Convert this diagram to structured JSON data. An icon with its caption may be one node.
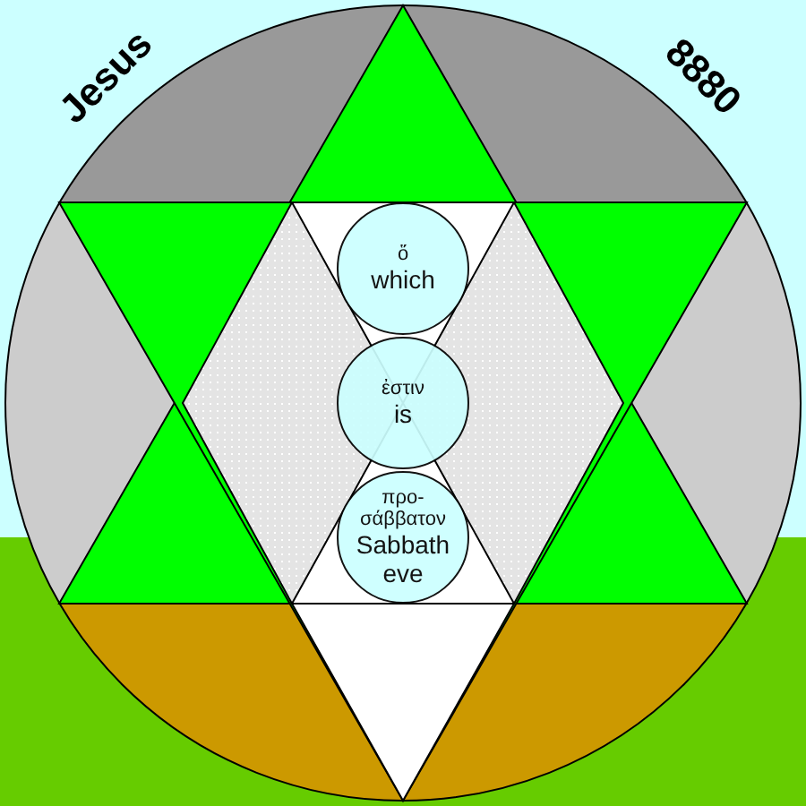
{
  "diagram": {
    "nodes": [
      {
        "text": [
          "ὅ",
          "which"
        ]
      },
      {
        "text": [
          "ἐστιν",
          "is"
        ]
      },
      {
        "text": [
          "προ-σάββατον",
          "Sabbath eve"
        ]
      }
    ],
    "labels": [
      "Jesus",
      "8880"
    ]
  }
}
